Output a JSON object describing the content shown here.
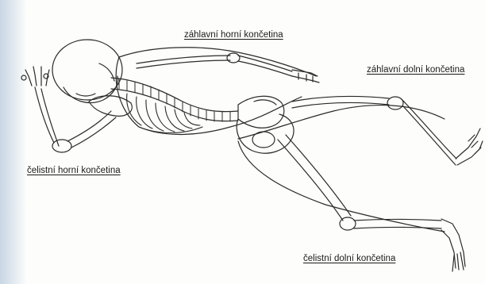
{
  "labels": {
    "head_side_upper_limb": "záhlavní horní končetina",
    "head_side_lower_limb": "záhlavní dolní končetina",
    "face_side_upper_limb": "čelistní horní končetina",
    "face_side_lower_limb": "čelistní dolní končetina"
  },
  "colors": {
    "line": "#2a2a2a",
    "paper": "#fdfdfb",
    "scan_edge": "#c9d6e4"
  }
}
